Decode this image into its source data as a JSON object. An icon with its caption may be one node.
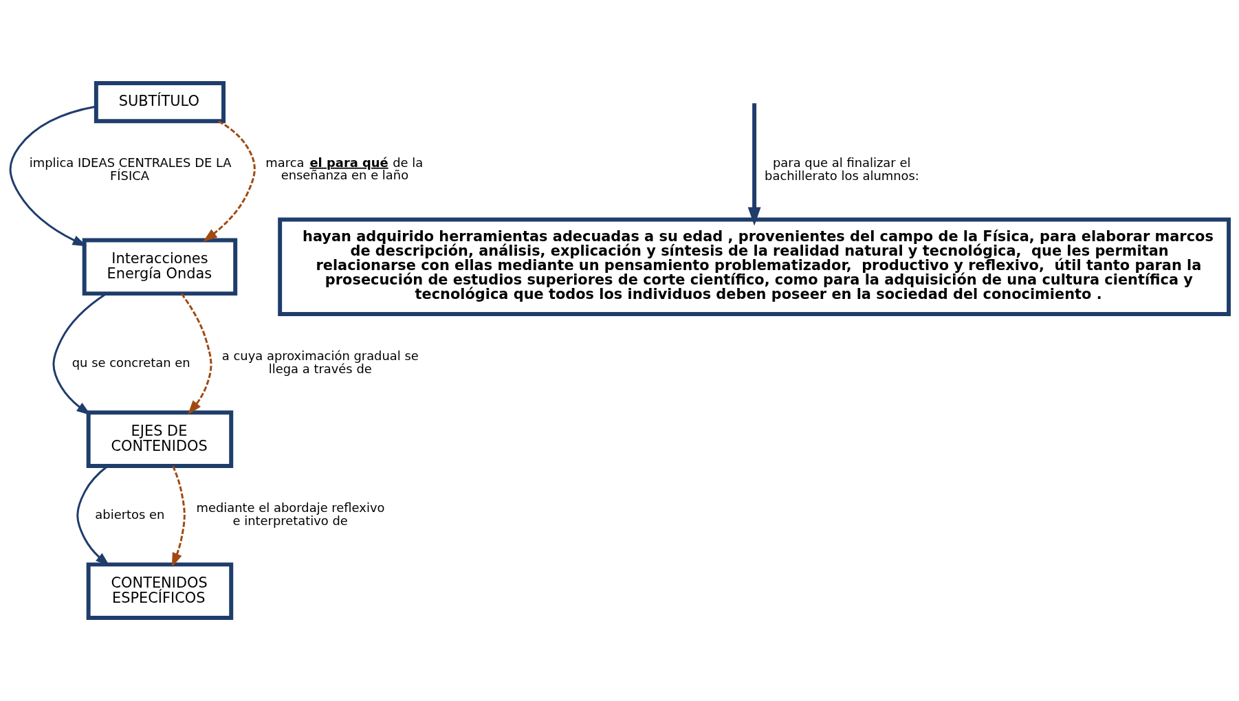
{
  "diagram": {
    "nodes": [
      {
        "text": [
          "SUBTÍTULO"
        ]
      },
      {
        "text": [
          "Interacciones Energía Ondas"
        ]
      },
      {
        "text": [
          "EJES DE CONTENIDOS"
        ]
      },
      {
        "text": [
          "CONTENIDOS ESPECÍFICOS"
        ]
      },
      {
        "text": [
          "hayan adquirido herramientas adecuadas a su edad , provenientes del campo de la Física, para elaborar marcos de descripción, análisis, explicación y síntesis de la realidad natural y tecnológica,  que les permitan relacionarse con ellas mediante un pensamiento problematizador,  productivo y reflexivo,  útil tanto paran la prosecución de estudios superiores de corte científico, como para la adquisición de una cultura científica y tecnológica que todos los individuos deben poseer en la sociedad del conocimiento ."
        ]
      }
    ],
    "edges": [
      {
        "from": 0,
        "to": 1,
        "arrow": "to",
        "label": "implica IDEAS CENTRALES DE LA FÍSICA"
      },
      {
        "from": 0,
        "to": 1,
        "arrow": "to",
        "label": "marca **el para qué** de la enseñanza en e laño",
        "style": "dashed",
        "color": "#a04a12"
      },
      {
        "from": 1,
        "to": 2,
        "arrow": "to",
        "label": "qu se concretan en"
      },
      {
        "from": 1,
        "to": 2,
        "arrow": "to",
        "label": "a cuya aproximación gradual se llega a través de",
        "style": "dashed",
        "color": "#a04a12"
      },
      {
        "from": 2,
        "to": 3,
        "arrow": "to",
        "label": "abiertos en"
      },
      {
        "from": 2,
        "to": 3,
        "arrow": "to",
        "label": "mediante el abordaje reflexivo e interpretativo de",
        "style": "dashed",
        "color": "#a04a12"
      },
      {
        "from": null,
        "to": 4,
        "arrow": "to",
        "label": "para que al finalizar el bachillerato los alumnos:",
        "style": "thick"
      }
    ]
  }
}
